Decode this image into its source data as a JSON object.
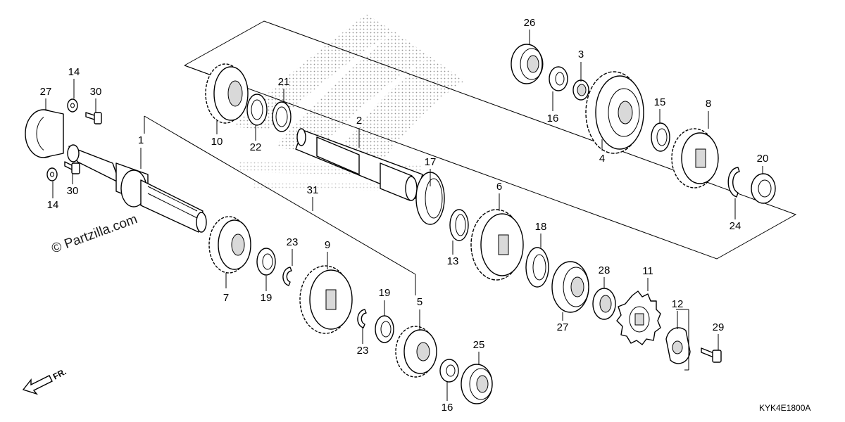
{
  "watermark": "© Partzilla.com",
  "diagram_code": "KYK4E1800A",
  "front_label": "FR.",
  "callouts": {
    "c1": "1",
    "c2": "2",
    "c3": "3",
    "c4": "4",
    "c5": "5",
    "c6": "6",
    "c7": "7",
    "c8": "8",
    "c9": "9",
    "c10": "10",
    "c11": "11",
    "c12": "12",
    "c13": "13",
    "c14a": "14",
    "c14b": "14",
    "c15": "15",
    "c16a": "16",
    "c16b": "16",
    "c17": "17",
    "c18": "18",
    "c19a": "19",
    "c19b": "19",
    "c20": "20",
    "c21": "21",
    "c22": "22",
    "c23a": "23",
    "c23b": "23",
    "c24": "24",
    "c25": "25",
    "c26": "26",
    "c27a": "27",
    "c27b": "27",
    "c28": "28",
    "c29": "29",
    "c30a": "30",
    "c30b": "30",
    "c31": "31"
  }
}
